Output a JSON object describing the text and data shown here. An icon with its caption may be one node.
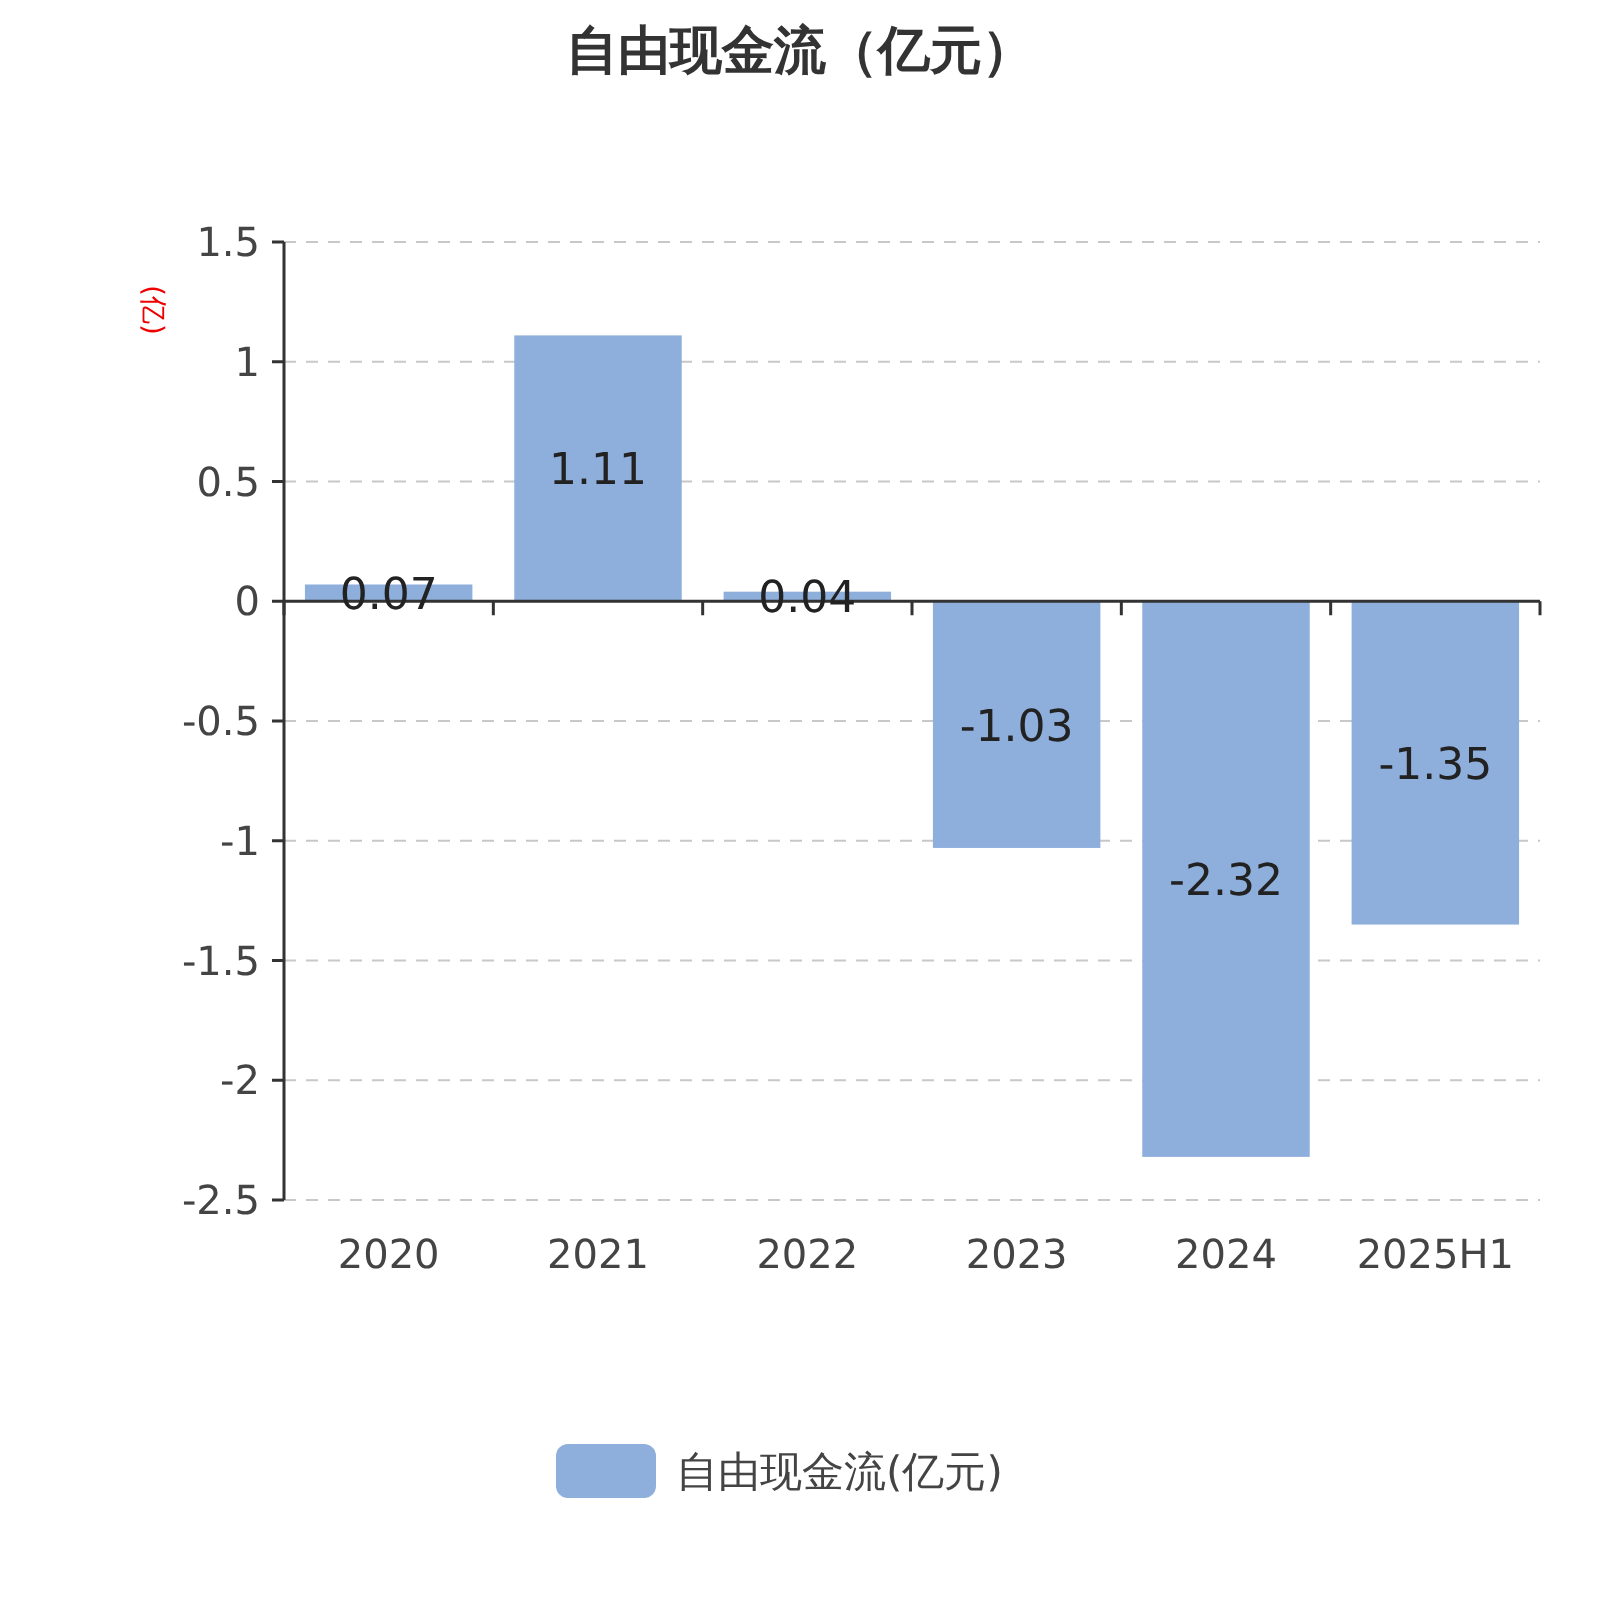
{
  "diagram": {
    "title": "自由现金流（亿元）",
    "legend": [
      {
        "text": "自由现金流(亿元)",
        "color": "#8eaedb"
      }
    ],
    "chart_data": {
      "type": "bar",
      "ylabel": "(亿)",
      "categories": [
        "2020",
        "2021",
        "2022",
        "2023",
        "2024",
        "2025H1"
      ],
      "series": [
        {
          "color": "#8eaedb",
          "values": [
            0.07,
            1.11,
            0.04,
            -1.03,
            -2.32,
            -1.35
          ]
        }
      ],
      "ylim": [
        -2.5,
        1.5
      ],
      "yticks": [
        -2.5,
        -2,
        -1.5,
        -1,
        -0.5,
        0,
        0.5,
        1,
        1.5
      ],
      "data_labels": true,
      "grid": true
    }
  }
}
